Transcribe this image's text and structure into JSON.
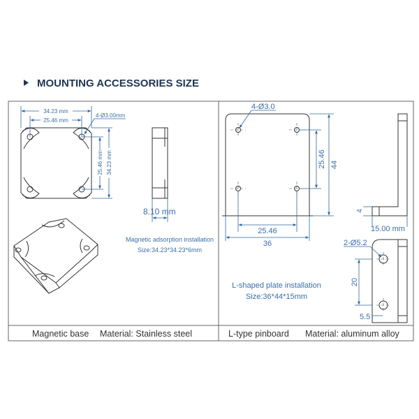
{
  "title": "MOUNTING ACCESSORIES SIZE",
  "colors": {
    "title": "#1f3550",
    "dimension": "#2f67a3",
    "outline": "#333333"
  },
  "left_panel": {
    "dim_outer_width": "34.23 mm",
    "dim_hole_spacing": "25.46 mm",
    "hole_callout": "4-Ø3.00mm",
    "dim_hole_spacing_vertical": "25.46 mm",
    "dim_outer_height": "34.23 mm",
    "dim_thickness": "8.10 mm",
    "description_line1": "Magnetic adsorption installation",
    "description_line2": "Size:34.23*34.23*6mm",
    "caption_name": "Magnetic base",
    "caption_material": "Material: Stainless steel"
  },
  "right_panel": {
    "hole_callout": "4-Ø3.0",
    "dim_hole_spacing_vertical": "25.46",
    "dim_height": "44",
    "dim_hole_spacing_horizontal": "25.46",
    "dim_width": "36",
    "dim_base_thickness": "4",
    "dim_depth": "15.00 mm",
    "hole_callout_2": "2-Ø5.2",
    "dim_hole_pitch": "20",
    "dim_edge_offset": "5.5",
    "description_line1": "L-shaped plate installation",
    "description_line2": "Size:36*44*15mm",
    "caption_name": "L-type pinboard",
    "caption_material": "Material: aluminum alloy"
  }
}
